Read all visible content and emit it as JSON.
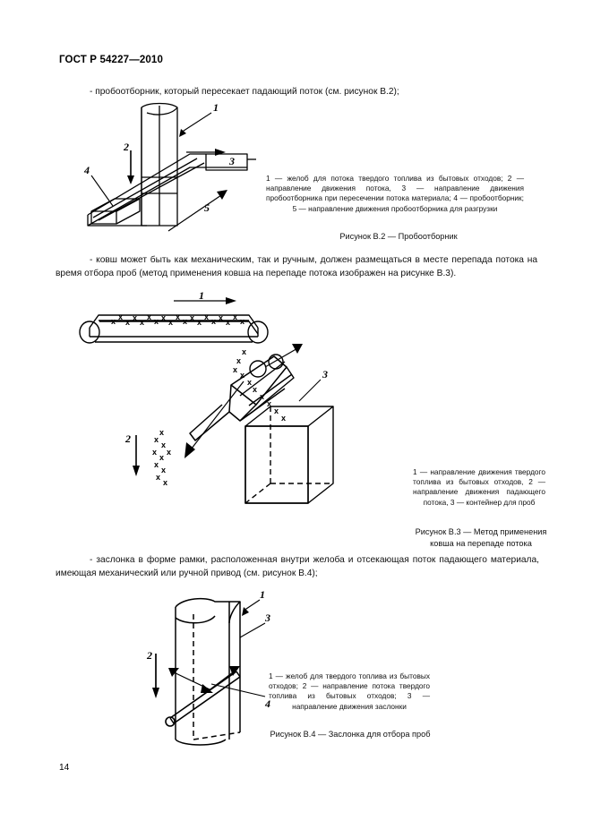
{
  "document": {
    "header": "ГОСТ Р 54227—2010",
    "page_number": "14"
  },
  "paragraphs": {
    "p1": "- пробоотборник, который пересекает падающий поток (см. рисунок В.2);",
    "p2": "- ковш может быть как механическим, так и ручным, должен размещаться в месте перепада потока на время отбора проб (метод применения ковша на перепаде потока изображен на рисунке В.3).",
    "p3": "- заслонка в форме рамки, расположенная внутри желоба и отсекающая поток падающего материала, имеющая механический или ручной привод (см. рисунок В.4);"
  },
  "figures": {
    "b2": {
      "legend": "1 — желоб для потока твердого топлива из бытовых отходов; 2 — направление движения потока, 3 — направление движения пробоотборника при пересечении потока материала; 4 — пробоотборник; 5 — направление движения пробоотборника для разгрузки",
      "caption": "Рисунок В.2 — Пробоотборник",
      "callouts": [
        "1",
        "2",
        "3",
        "4",
        "5"
      ]
    },
    "b3": {
      "legend": "1 — направление движения твердого топлива из бытовых отходов, 2 — направление движения падающего потока, 3 — контейнер для проб",
      "caption": "Рисунок В.3 — Метод применения ковша на перепаде потока",
      "callouts": [
        "1",
        "2",
        "3"
      ]
    },
    "b4": {
      "legend": "1 — желоб для твердого топлива из бытовых отходов; 2 — направление потока твердого топлива из бытовых отходов; 3 — направление движения заслонки",
      "caption": "Рисунок В.4 — Заслонка для отбора проб",
      "callouts": [
        "1",
        "2",
        "3",
        "4"
      ]
    }
  }
}
